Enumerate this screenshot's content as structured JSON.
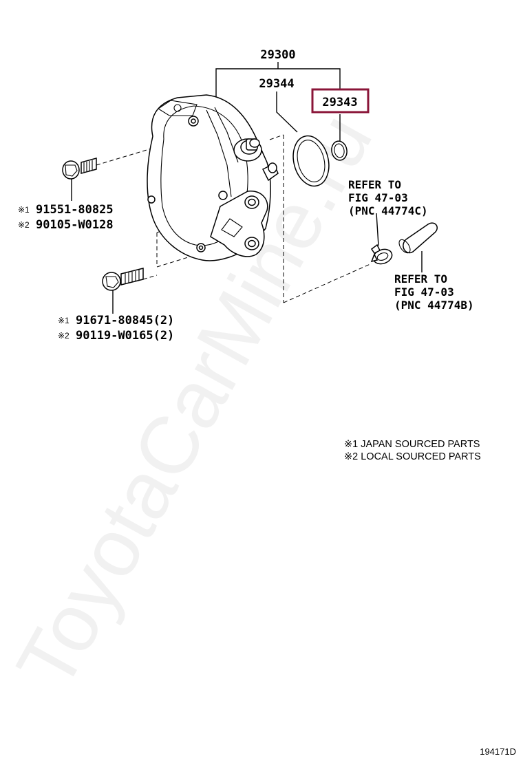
{
  "watermark": "ToyotaCarMine.ru",
  "colors": {
    "highlight": "#8a1538",
    "line": "#000000",
    "watermark": "#f1f1f1"
  },
  "callouts": {
    "assembly": "29300",
    "oring_large": "29344",
    "oring_small": "29343"
  },
  "refer_clip": {
    "line1": "REFER TO",
    "line2": "FIG 47-03",
    "line3": "(PNC 44774C)"
  },
  "refer_hose": {
    "line1": "REFER TO",
    "line2": "FIG 47-03",
    "line3": "(PNC 44774B)"
  },
  "bolt_upper": {
    "mark1": "※1",
    "part1": "91551-80825",
    "mark2": "※2",
    "part2": "90105-W0128"
  },
  "bolt_lower": {
    "mark1": "※1",
    "part1": "91671-80845(2)",
    "mark2": "※2",
    "part2": "90119-W0165(2)"
  },
  "legend": {
    "line1": "※1 JAPAN SOURCED PARTS",
    "line2": "※2 LOCAL SOURCED PARTS"
  },
  "drawing_number": "194171D"
}
